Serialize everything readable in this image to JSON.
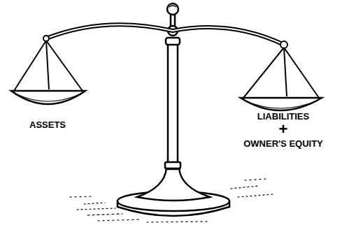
{
  "diagram": {
    "labels": [
      "ASSETS",
      "LIABILITIES",
      "+",
      "OWNER'S EQUITY"
    ]
  }
}
